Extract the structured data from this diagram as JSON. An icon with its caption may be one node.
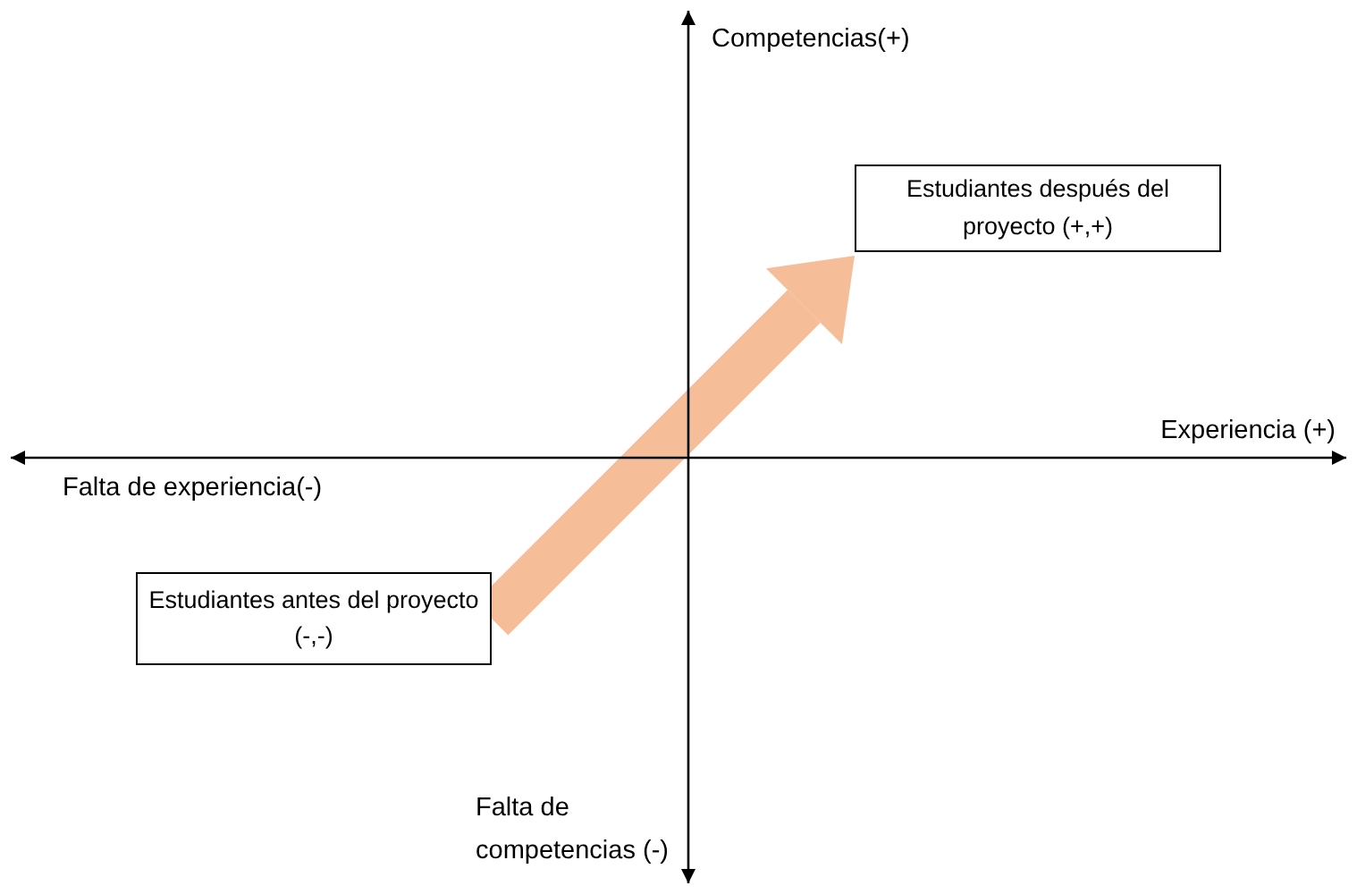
{
  "diagram": {
    "nodes": [
      {
        "text": [
          "Estudiantes antes del proyecto (-,-)"
        ]
      },
      {
        "text": [
          "Estudiantes después del proyecto (+,+)"
        ]
      }
    ],
    "edges": [
      {
        "from": 0,
        "to": 1,
        "arrow": "to"
      }
    ],
    "labels": [
      "Competencias(+)",
      "Experiencia (+)",
      "Falta de experiencia(-)",
      "Falta de competencias (-)"
    ]
  }
}
